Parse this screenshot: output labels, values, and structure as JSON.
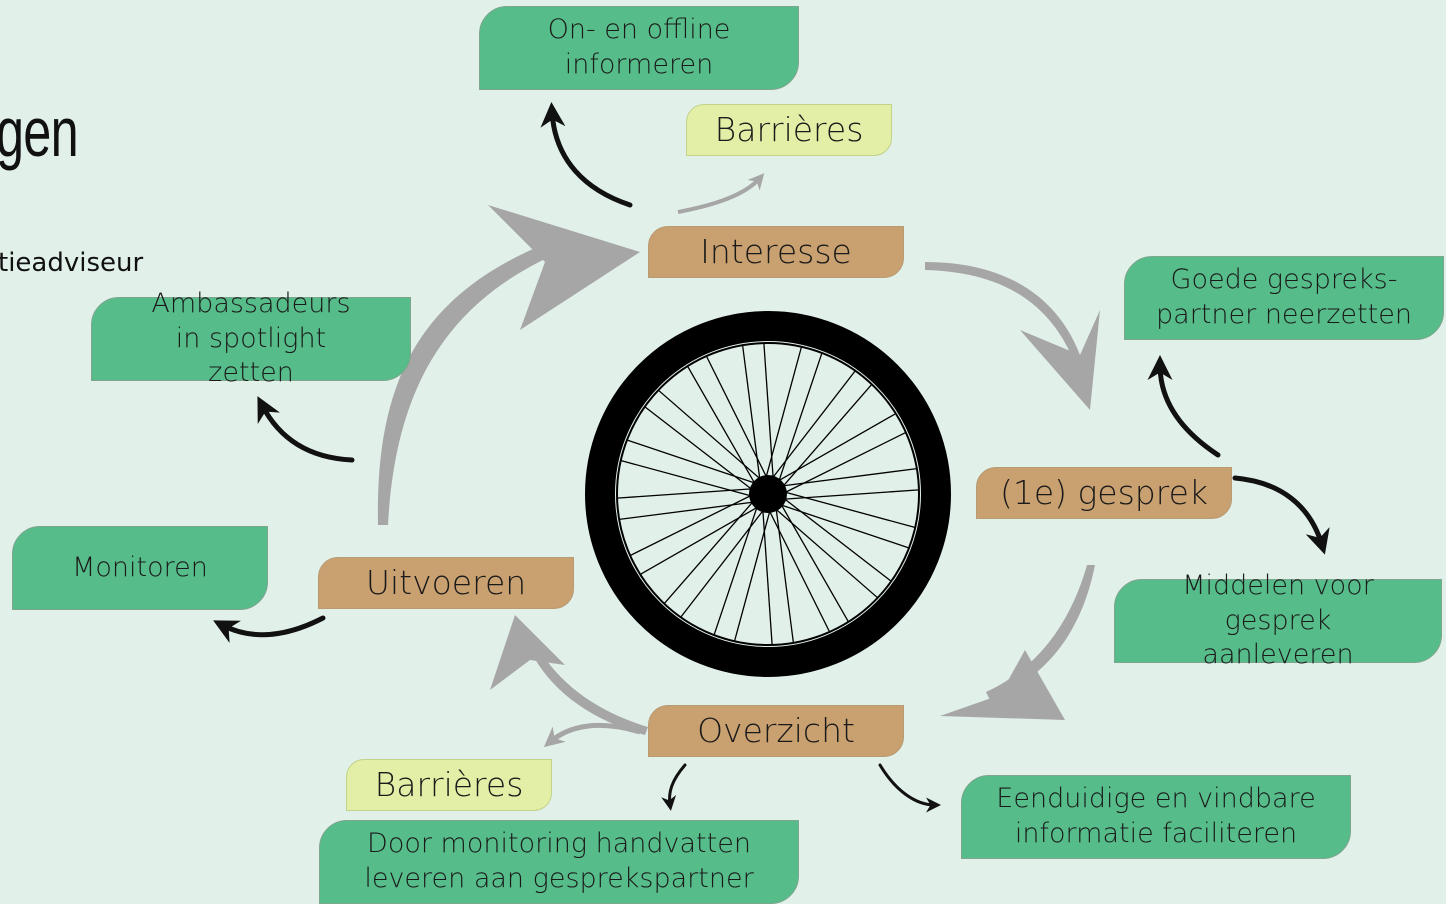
{
  "title": "gen",
  "subtitle": "tieadviseur",
  "stages": {
    "interesse": "Interesse",
    "gesprek": "(1e) gesprek",
    "overzicht": "Overzicht",
    "uitvoeren": "Uitvoeren"
  },
  "barriers": {
    "top": "Barrières",
    "bottom": "Barrières"
  },
  "actions": {
    "informeren": "On- en offline informeren",
    "gesprekspartner": "Goede gespreks-partner neerzetten",
    "middelen": "Middelen voor gesprek aanleveren",
    "eenduidige": "Eenduidige en vindbare informatie faciliteren",
    "monitoring": "Door monitoring handvatten leveren aan gesprekspartner",
    "monitoren": "Monitoren",
    "ambassadeurs": "Ambassadeurs in spotlight zetten"
  },
  "colors": {
    "background": "#e2f0ea",
    "green": "#56bc89",
    "tan": "#c9a070",
    "yellow": "#e3eea6",
    "cycle_arrow": "#a6a6a6",
    "action_arrow": "#111111"
  },
  "icons": {
    "center": "bicycle-wheel-icon"
  }
}
